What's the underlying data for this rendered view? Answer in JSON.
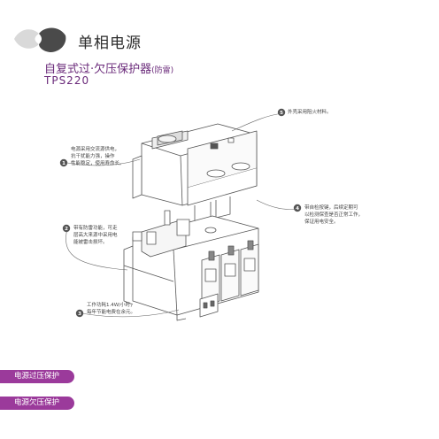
{
  "header": {
    "title": "单相电源",
    "subtitle_main": "自复式过·欠压保护器",
    "subtitle_paren": "(防雷)",
    "model": "TPS220"
  },
  "callouts": [
    {
      "num": "1",
      "text": [
        "电源采用交流源供电，",
        "抗干扰能力强，操作",
        "性能稳定，使用寿命长。"
      ]
    },
    {
      "num": "2",
      "text": [
        "带有防雷功能，可走",
        "层高大来源中采用电",
        "能被雷击损坏。"
      ]
    },
    {
      "num": "3",
      "text": [
        "工作功耗1.4W/小时，",
        "每年节能电费在余元。"
      ]
    },
    {
      "num": "4",
      "text": [
        "带自检按键，后续定期可",
        "以检测保查是否正常工作，",
        "保证用电安全。"
      ]
    },
    {
      "num": "5",
      "text": [
        "外壳采用阻火材料。"
      ]
    }
  ],
  "tags": [
    "电源过压保护",
    "电源欠压保护"
  ],
  "colors": {
    "accent": "#9b3a9b",
    "callout": "#555555",
    "logo_dark": "#4a4a4a"
  }
}
